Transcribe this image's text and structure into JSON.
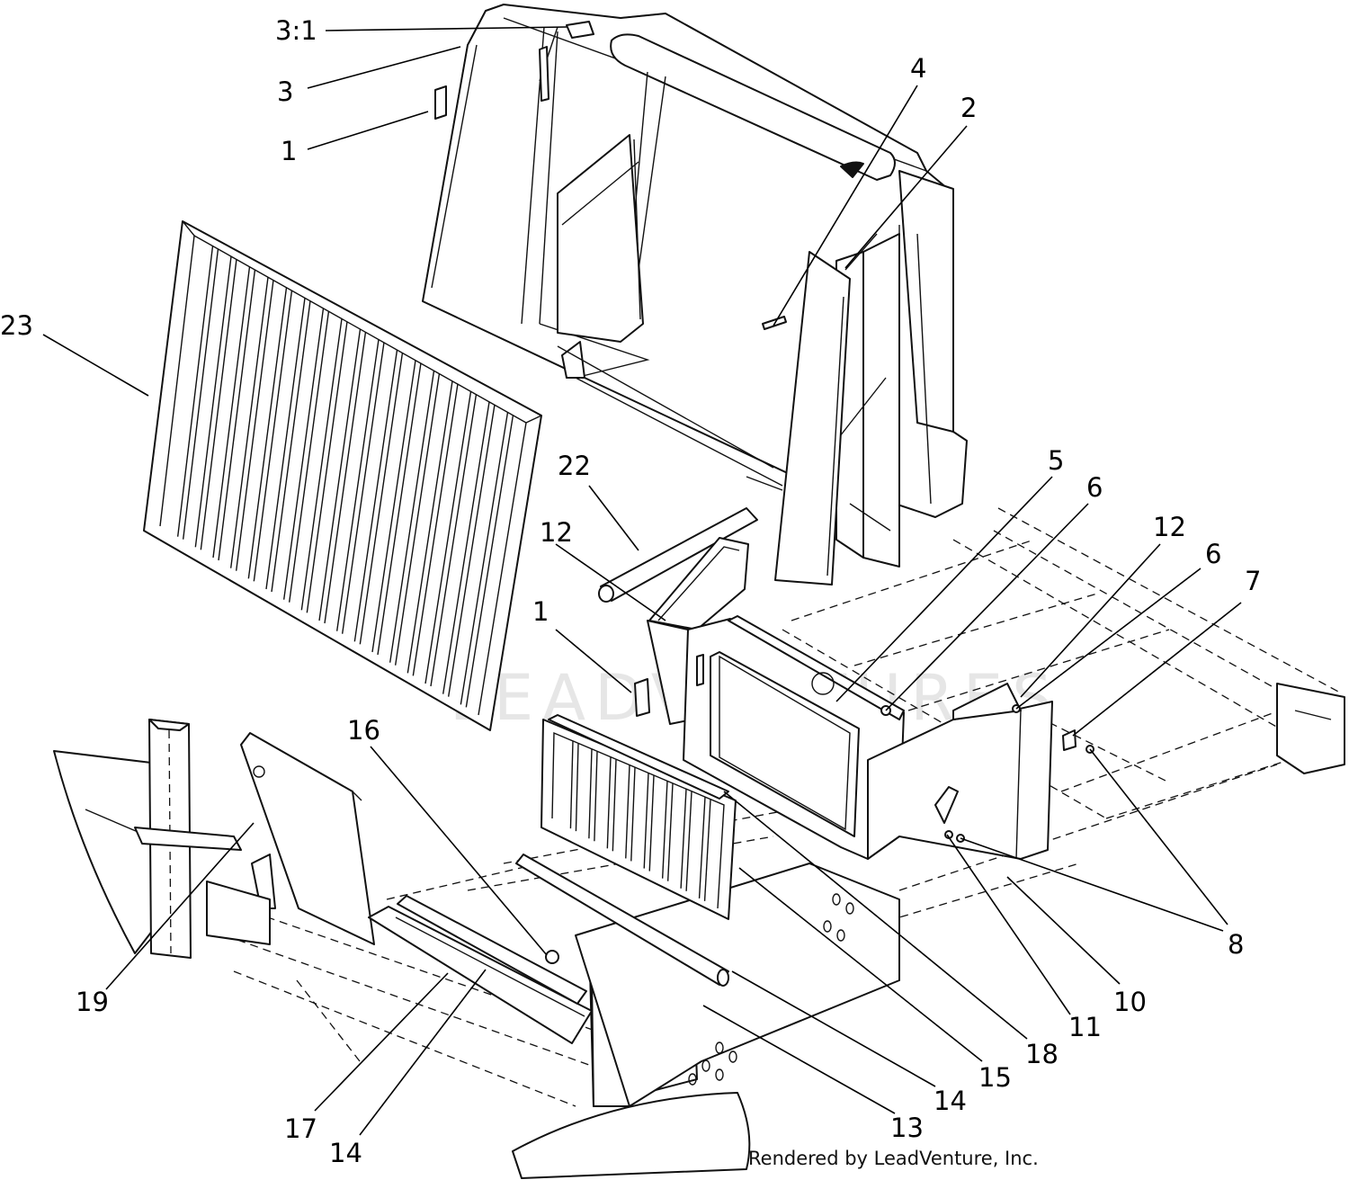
{
  "credit": "Rendered by LeadVenture, Inc.",
  "watermark": "LEADVENTURES",
  "callouts": [
    {
      "id": "c-3-1",
      "text": "3:1"
    },
    {
      "id": "c-3",
      "text": "3"
    },
    {
      "id": "c-1a",
      "text": "1"
    },
    {
      "id": "c-4",
      "text": "4"
    },
    {
      "id": "c-2",
      "text": "2"
    },
    {
      "id": "c-23",
      "text": "23"
    },
    {
      "id": "c-22",
      "text": "22"
    },
    {
      "id": "c-5",
      "text": "5"
    },
    {
      "id": "c-6a",
      "text": "6"
    },
    {
      "id": "c-12a",
      "text": "12"
    },
    {
      "id": "c-12b",
      "text": "12"
    },
    {
      "id": "c-6b",
      "text": "6"
    },
    {
      "id": "c-7",
      "text": "7"
    },
    {
      "id": "c-1b",
      "text": "1"
    },
    {
      "id": "c-16",
      "text": "16"
    },
    {
      "id": "c-8",
      "text": "8"
    },
    {
      "id": "c-19",
      "text": "19"
    },
    {
      "id": "c-10",
      "text": "10"
    },
    {
      "id": "c-11",
      "text": "11"
    },
    {
      "id": "c-18",
      "text": "18"
    },
    {
      "id": "c-15",
      "text": "15"
    },
    {
      "id": "c-14a",
      "text": "14"
    },
    {
      "id": "c-17",
      "text": "17"
    },
    {
      "id": "c-13",
      "text": "13"
    },
    {
      "id": "c-14b",
      "text": "14"
    }
  ]
}
